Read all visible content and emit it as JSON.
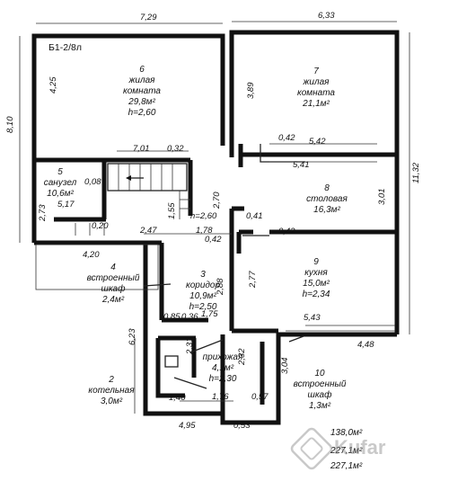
{
  "plan_code": "Б1-2/8л",
  "rooms": [
    {
      "id": "r6",
      "number": "6",
      "name_lines": [
        "жилая",
        "комната"
      ],
      "area": "29,8м²",
      "height": "h=2,60"
    },
    {
      "id": "r7",
      "number": "7",
      "name_lines": [
        "жилая",
        "комната"
      ],
      "area": "21,1м²"
    },
    {
      "id": "r5",
      "number": "5",
      "name_lines": [
        "санузел"
      ],
      "area": "10,6м²"
    },
    {
      "id": "r8",
      "number": "8",
      "name_lines": [
        "столовая"
      ],
      "area": "16,3м²"
    },
    {
      "id": "r4",
      "number": "4",
      "name_lines": [
        "встроенный",
        "шкаф"
      ],
      "area": "2,4м²"
    },
    {
      "id": "r3",
      "number": "3",
      "name_lines": [
        "коридор"
      ],
      "area": "10,9м²",
      "height": "h=2,50"
    },
    {
      "id": "r9",
      "number": "9",
      "name_lines": [
        "кухня"
      ],
      "area": "15,0м²",
      "height": "h=2,34"
    },
    {
      "id": "r1",
      "number": "1",
      "name_lines": [
        "прихожая"
      ],
      "area": "4,1м²",
      "height": "h=2,30"
    },
    {
      "id": "r2",
      "number": "2",
      "name_lines": [
        "котельная"
      ],
      "area": "3,0м²"
    },
    {
      "id": "r10",
      "number": "10",
      "name_lines": [
        "встроенный",
        "шкаф"
      ],
      "area": "1,3м²"
    }
  ],
  "dimensions": [
    {
      "id": "d1",
      "text": "7,29"
    },
    {
      "id": "d2",
      "text": "6,33"
    },
    {
      "id": "d3",
      "text": "4,25"
    },
    {
      "id": "d4",
      "text": "8,10"
    },
    {
      "id": "d5",
      "text": "3,89"
    },
    {
      "id": "d6",
      "text": "11,32"
    },
    {
      "id": "d7",
      "text": "7,01"
    },
    {
      "id": "d8",
      "text": "0,32"
    },
    {
      "id": "d9",
      "text": "0,42"
    },
    {
      "id": "d10",
      "text": "5,42"
    },
    {
      "id": "d11",
      "text": "5,41"
    },
    {
      "id": "d12",
      "text": "0,08"
    },
    {
      "id": "d13",
      "text": "5,17"
    },
    {
      "id": "d14",
      "text": "2,73"
    },
    {
      "id": "d15",
      "text": "0,20"
    },
    {
      "id": "d16",
      "text": "2,47"
    },
    {
      "id": "d17",
      "text": "1,55"
    },
    {
      "id": "d18",
      "text": "h=2,60"
    },
    {
      "id": "d19",
      "text": "2,70"
    },
    {
      "id": "d20",
      "text": "0,41"
    },
    {
      "id": "d21",
      "text": "3,01"
    },
    {
      "id": "d22",
      "text": "1,78"
    },
    {
      "id": "d23",
      "text": "0,42"
    },
    {
      "id": "d24",
      "text": "0,42"
    },
    {
      "id": "d25",
      "text": "4,20"
    },
    {
      "id": "d26",
      "text": "2,88"
    },
    {
      "id": "d27",
      "text": "2,77"
    },
    {
      "id": "d28",
      "text": "0,85"
    },
    {
      "id": "d29",
      "text": "0,36"
    },
    {
      "id": "d30",
      "text": "1,75"
    },
    {
      "id": "d31",
      "text": "5,43"
    },
    {
      "id": "d32",
      "text": "6,23"
    },
    {
      "id": "d33",
      "text": "2,31"
    },
    {
      "id": "d34",
      "text": "4,48"
    },
    {
      "id": "d35",
      "text": "2,32"
    },
    {
      "id": "d36",
      "text": "3,04"
    },
    {
      "id": "d37",
      "text": "1,40"
    },
    {
      "id": "d38",
      "text": "1,76"
    },
    {
      "id": "d39",
      "text": "0,57"
    },
    {
      "id": "d40",
      "text": "4,95"
    },
    {
      "id": "d41",
      "text": "0,53"
    }
  ],
  "totals": [
    "138,0м²",
    "227,1м²",
    "227,1м²"
  ],
  "watermark": "Kufar"
}
